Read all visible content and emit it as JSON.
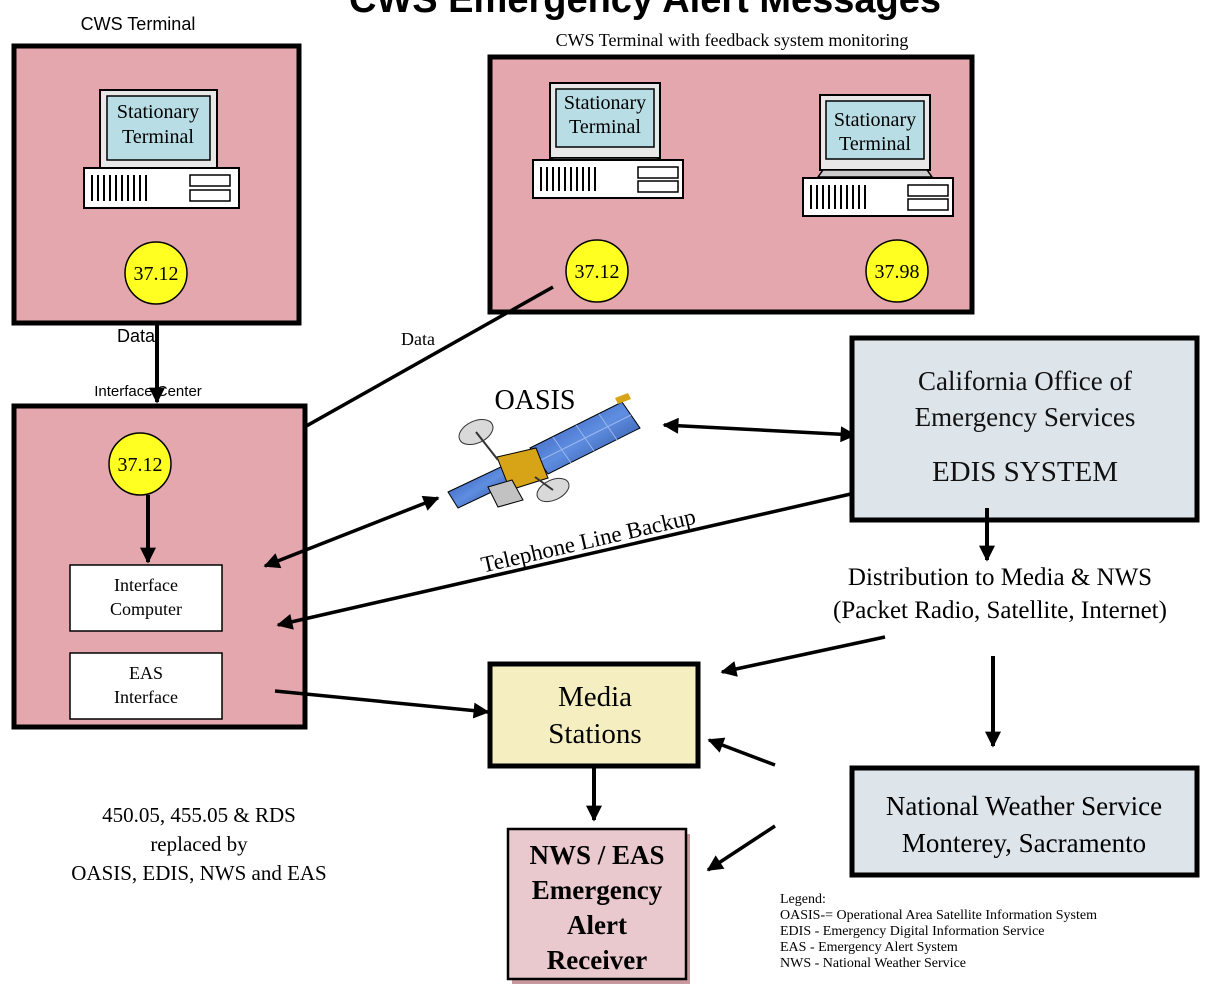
{
  "title": "CWS Emergency Alert Messages",
  "cws_terminal": {
    "caption": "CWS Terminal",
    "terminal_label_line1": "Stationary",
    "terminal_label_line2": "Terminal",
    "frequency": "37.12"
  },
  "feedback_terminal": {
    "caption": "CWS Terminal with feedback system monitoring",
    "terminal1_line1": "Stationary",
    "terminal1_line2": "Terminal",
    "terminal2_line1": "Stationary",
    "terminal2_line2": "Terminal",
    "frequency1": "37.12",
    "frequency2": "37.98"
  },
  "interface_center": {
    "caption": "Interface Center",
    "frequency": "37.12",
    "computer_line1": "Interface",
    "computer_line2": "Computer",
    "eas_line1": "EAS",
    "eas_line2": "Interface"
  },
  "labels": {
    "data1": "Data",
    "data2": "Data",
    "oasis": "OASIS",
    "telephone_backup": "Telephone Line Backup",
    "distribution_line1": "Distribution to Media & NWS",
    "distribution_line2": "(Packet Radio, Satellite, Internet)"
  },
  "oes": {
    "line1": "California Office of",
    "line2": "Emergency Services",
    "line3": "EDIS SYSTEM"
  },
  "media": {
    "line1": "Media",
    "line2": "Stations"
  },
  "nws": {
    "line1": "National Weather Service",
    "line2": "Monterey, Sacramento"
  },
  "receiver": {
    "line1": "NWS / EAS",
    "line2": "Emergency",
    "line3": "Alert",
    "line4": "Receiver"
  },
  "replaced_note": {
    "line1": "450.05, 455.05 & RDS",
    "line2": "replaced by",
    "line3": "OASIS, EDIS, NWS and EAS"
  },
  "legend": {
    "heading": "Legend:",
    "items": [
      "OASIS-= Operational Area Satellite Information System",
      "EDIS - Emergency Digital Information Service",
      "EAS - Emergency Alert System",
      "NWS - National Weather Service"
    ]
  },
  "colors": {
    "pink_box": "#e4a7ae",
    "blue_box": "#dde4ea",
    "yellow_box": "#f5eec0",
    "receiver_box": "#e9c9cd",
    "screen": "#b9dde5",
    "circle": "#ffff22"
  }
}
